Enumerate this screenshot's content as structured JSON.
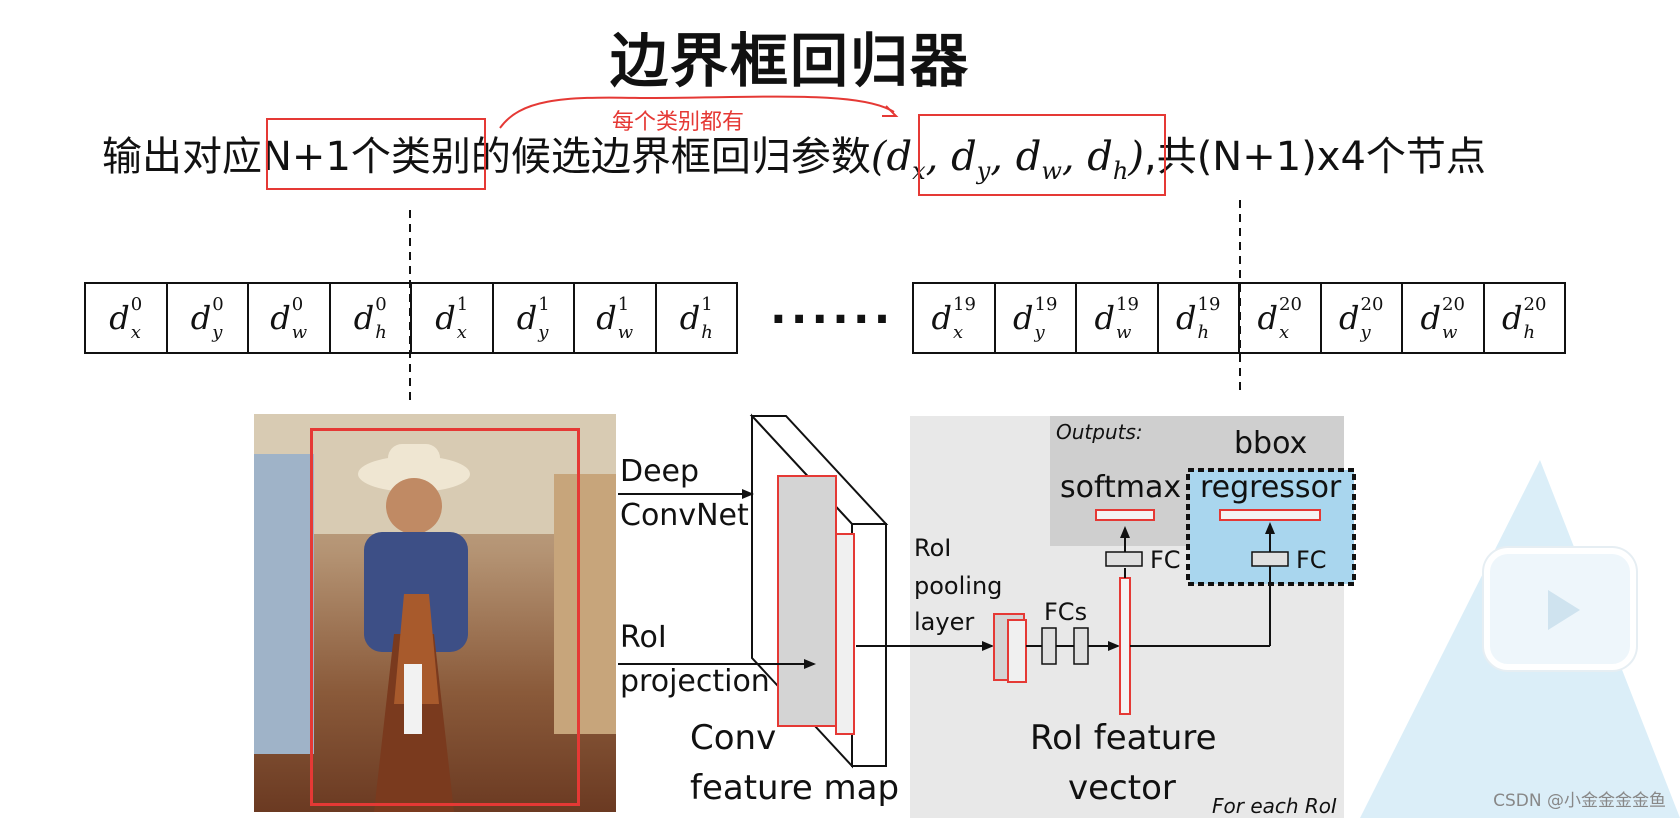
{
  "title": "边界框回归器",
  "subtitle": {
    "prefix": "输出对应",
    "classes": "N+1个类别",
    "middle": "的候选边界框回归参数",
    "params": [
      "x",
      "y",
      "w",
      "h"
    ],
    "suffix": ",共(N+1)x4个节点"
  },
  "annotation_note": "每个类别都有",
  "left_cells": [
    {
      "sub": "x",
      "sup": "0"
    },
    {
      "sub": "y",
      "sup": "0"
    },
    {
      "sub": "w",
      "sup": "0"
    },
    {
      "sub": "h",
      "sup": "0"
    },
    {
      "sub": "x",
      "sup": "1"
    },
    {
      "sub": "y",
      "sup": "1"
    },
    {
      "sub": "w",
      "sup": "1"
    },
    {
      "sub": "h",
      "sup": "1"
    }
  ],
  "ellipsis": "······",
  "right_cells": [
    {
      "sub": "x",
      "sup": "19"
    },
    {
      "sub": "y",
      "sup": "19"
    },
    {
      "sub": "w",
      "sup": "19"
    },
    {
      "sub": "h",
      "sup": "19"
    },
    {
      "sub": "x",
      "sup": "20"
    },
    {
      "sub": "y",
      "sup": "20"
    },
    {
      "sub": "w",
      "sup": "20"
    },
    {
      "sub": "h",
      "sup": "20"
    }
  ],
  "diagram": {
    "deep": "Deep",
    "convnet": "ConvNet",
    "roi": "RoI",
    "projection": "projection",
    "conv": "Conv",
    "feature_map": "feature map",
    "roi_pool_1": "RoI",
    "roi_pool_2": "pooling",
    "roi_pool_3": "layer",
    "fcs": "FCs",
    "outputs": "Outputs:",
    "softmax": "softmax",
    "bbox": "bbox",
    "regressor": "regressor",
    "fc1": "FC",
    "fc2": "FC",
    "feat_1": "RoI feature",
    "feat_2": "vector",
    "for_each": "For each RoI"
  },
  "watermark": "CSDN @小金金金金鱼",
  "colors": {
    "red": "#e53935",
    "gray_panel": "#e8e8e8",
    "blue_region": "#a9d6ee"
  }
}
